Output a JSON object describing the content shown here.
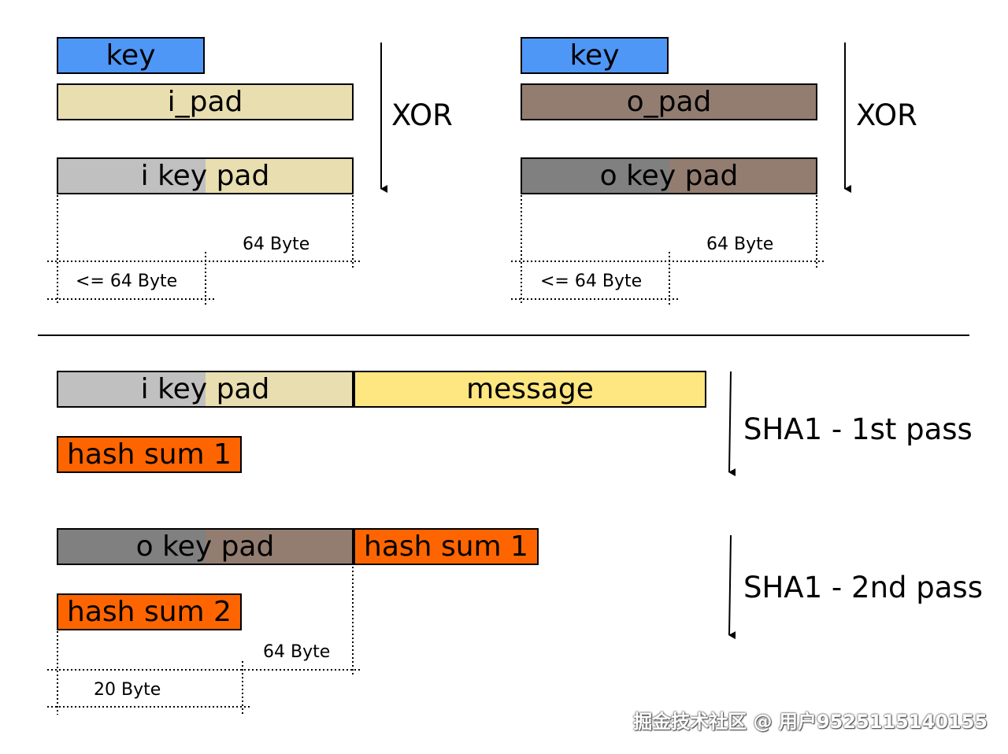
{
  "colors": {
    "key": "#4f97f7",
    "i_pad": "#e8deb0",
    "o_pad": "#937d71",
    "i_key_part": "#c0c0c0",
    "o_key_part": "#808080",
    "message": "#fee680",
    "hash": "#fe6500"
  },
  "top_left": {
    "key": "key",
    "pad": "i_pad",
    "result": "i key pad",
    "op": "XOR",
    "dim_total": "64 Byte",
    "dim_key": "<= 64 Byte"
  },
  "top_right": {
    "key": "key",
    "pad": "o_pad",
    "result": "o key pad",
    "op": "XOR",
    "dim_total": "64 Byte",
    "dim_key": "<= 64 Byte"
  },
  "pass1": {
    "input_pad": "i key pad",
    "message": "message",
    "output": "hash sum 1",
    "label": "SHA1 - 1st pass"
  },
  "pass2": {
    "input_pad": "o key pad",
    "input_hash": "hash sum 1",
    "output": "hash sum 2",
    "label": "SHA1 - 2nd pass",
    "dim_total": "64 Byte",
    "dim_hash": "20 Byte"
  },
  "watermark": "掘金技术社区 @ 用户9525115140155"
}
